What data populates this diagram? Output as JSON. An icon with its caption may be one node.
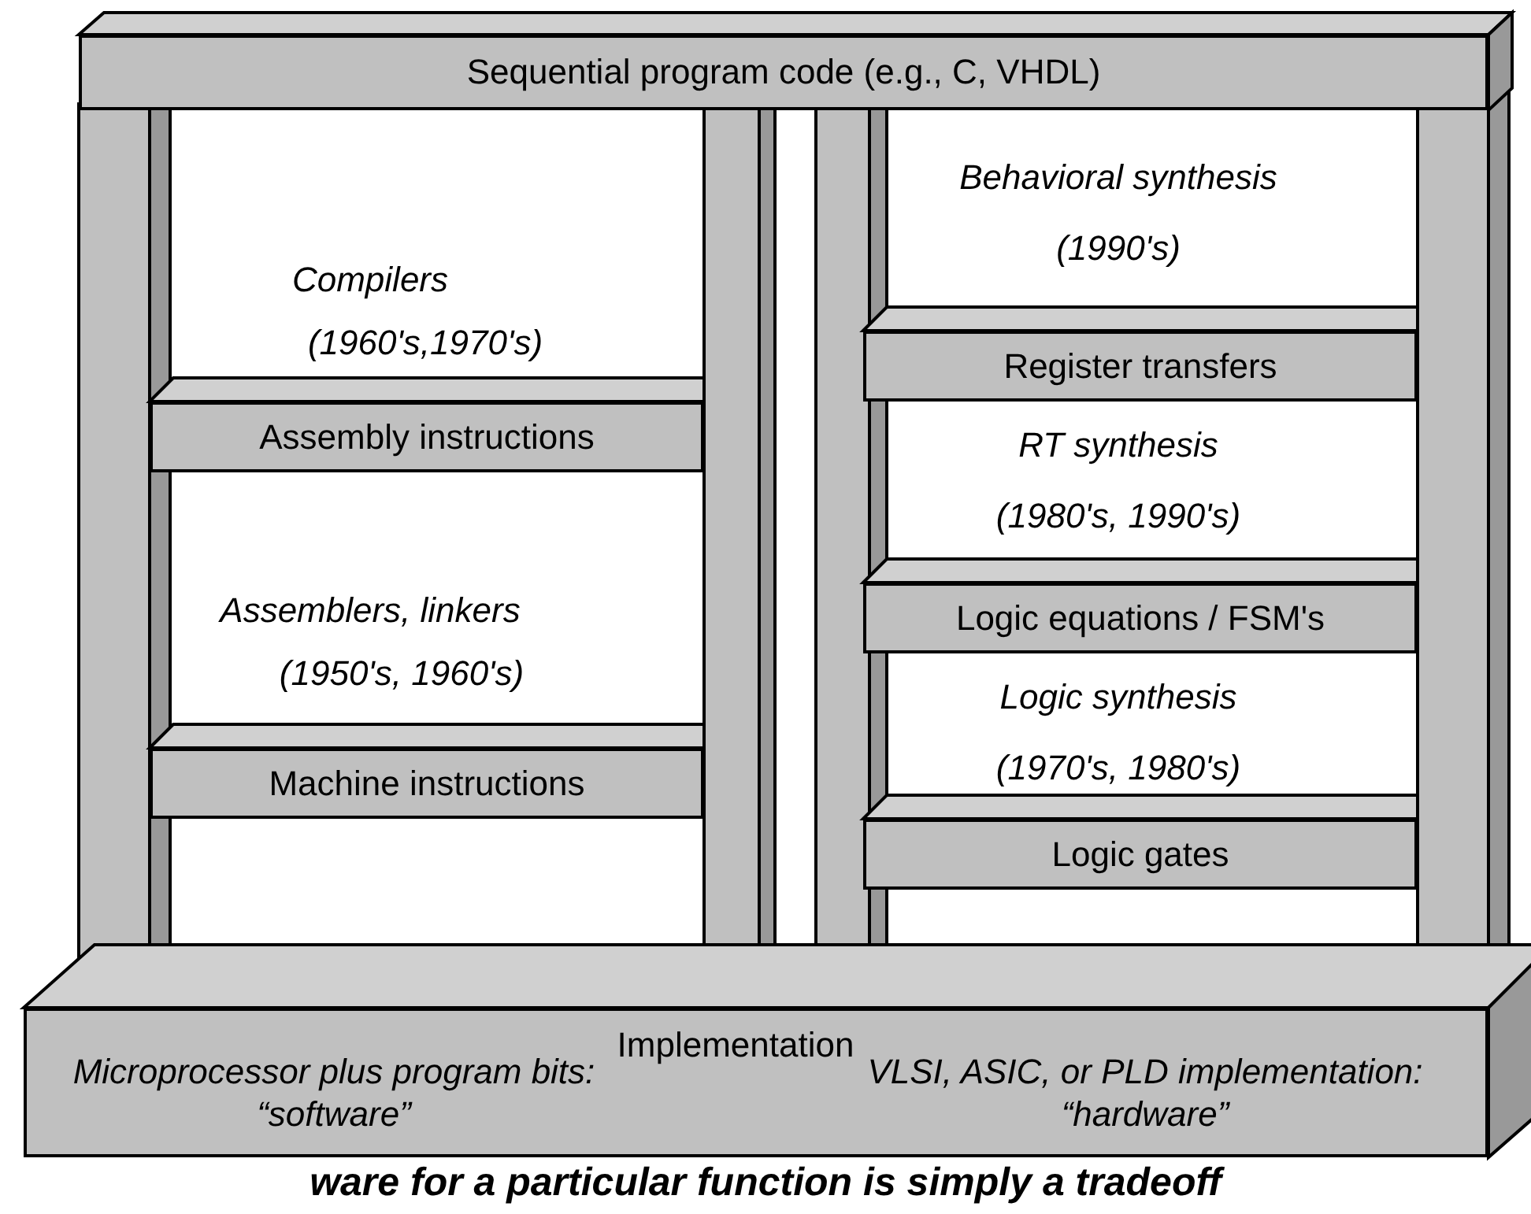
{
  "diagram": {
    "caption": "ware for a particular function is simply a tradeoff",
    "nodes": [
      {
        "text": [
          "Sequential program code (e.g., C, VHDL)"
        ]
      },
      {
        "text": [
          "Assembly instructions"
        ]
      },
      {
        "text": [
          "Machine instructions"
        ]
      },
      {
        "text": [
          "Register transfers"
        ]
      },
      {
        "text": [
          "Logic equations / FSM's"
        ]
      },
      {
        "text": [
          "Logic gates"
        ]
      },
      {
        "text": [
          "Implementation",
          "Microprocessor plus program bits: “software”",
          "VLSI, ASIC, or PLD implementation: “hardware”"
        ]
      }
    ],
    "edges": [],
    "labels": [
      "Compilers",
      "(1960's,1970's)",
      "Assemblers, linkers",
      "(1950's, 1960's)",
      "Behavioral synthesis",
      "(1990's)",
      "RT synthesis",
      "(1980's, 1990's)",
      "Logic synthesis",
      "(1970's, 1980's)"
    ]
  }
}
